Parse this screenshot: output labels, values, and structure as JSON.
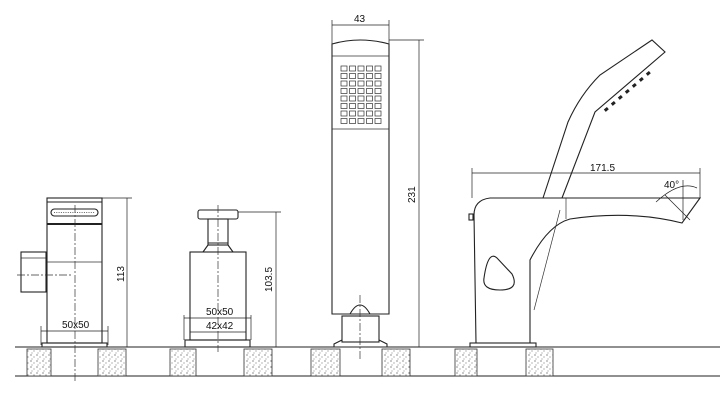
{
  "drawing": {
    "diverter": {
      "height_label": "113",
      "base_label": "50x50"
    },
    "mixer": {
      "height_label": "103.5",
      "outer_label": "50x50",
      "inner_label": "42x42"
    },
    "hand_shower": {
      "width_label": "43",
      "height_label": "231"
    },
    "spout": {
      "length_label": "171.5",
      "angle_label": "40°"
    }
  }
}
